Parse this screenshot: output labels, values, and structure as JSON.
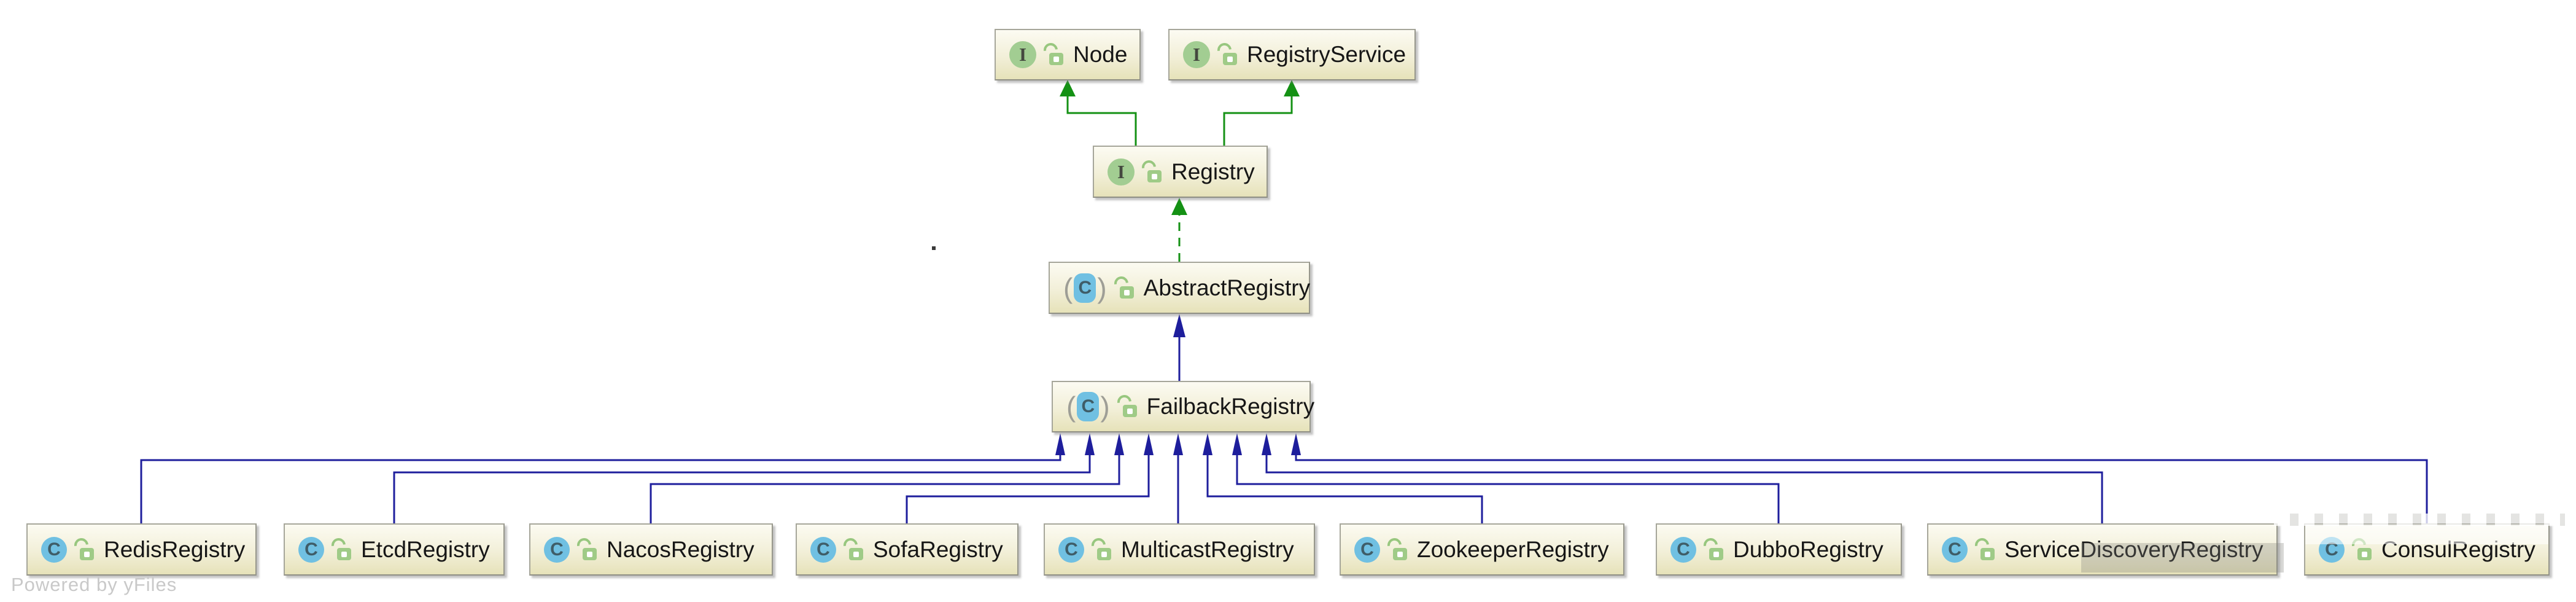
{
  "diagram": {
    "type": "uml-class-hierarchy",
    "attribution": "Powered by yFiles",
    "colors": {
      "interface_arrow": "#149114",
      "class_arrow": "#1e1e9c",
      "node_fill_top": "#fcfbf2",
      "node_fill_bottom": "#e6e2b9",
      "node_border": "#a6a69a",
      "interface_icon_green": "#a2cd92",
      "class_icon_blue": "#70c0e2",
      "lock_icon_green": "#9fcb87",
      "attribution_color": "#c9c9c9"
    },
    "nodes": [
      {
        "id": "node",
        "label": "Node",
        "kind": "interface",
        "visibility": "public",
        "icon_letter": "I"
      },
      {
        "id": "registry-service",
        "label": "RegistryService",
        "kind": "interface",
        "visibility": "public",
        "icon_letter": "I"
      },
      {
        "id": "registry",
        "label": "Registry",
        "kind": "interface",
        "visibility": "public",
        "icon_letter": "I"
      },
      {
        "id": "abstract-registry",
        "label": "AbstractRegistry",
        "kind": "abstract-class",
        "visibility": "public",
        "icon_letter": "C"
      },
      {
        "id": "failback-registry",
        "label": "FailbackRegistry",
        "kind": "abstract-class",
        "visibility": "public",
        "icon_letter": "C"
      },
      {
        "id": "redis-registry",
        "label": "RedisRegistry",
        "kind": "class",
        "visibility": "public",
        "icon_letter": "C"
      },
      {
        "id": "etcd-registry",
        "label": "EtcdRegistry",
        "kind": "class",
        "visibility": "public",
        "icon_letter": "C"
      },
      {
        "id": "nacos-registry",
        "label": "NacosRegistry",
        "kind": "class",
        "visibility": "public",
        "icon_letter": "C"
      },
      {
        "id": "sofa-registry",
        "label": "SofaRegistry",
        "kind": "class",
        "visibility": "public",
        "icon_letter": "C"
      },
      {
        "id": "multicast-registry",
        "label": "MulticastRegistry",
        "kind": "class",
        "visibility": "public",
        "icon_letter": "C"
      },
      {
        "id": "zookeeper-registry",
        "label": "ZookeeperRegistry",
        "kind": "class",
        "visibility": "public",
        "icon_letter": "C"
      },
      {
        "id": "dubbo-registry",
        "label": "DubboRegistry",
        "kind": "class",
        "visibility": "public",
        "icon_letter": "C"
      },
      {
        "id": "servicediscovery-registry",
        "label": "ServiceDiscoveryRegistry",
        "kind": "class",
        "visibility": "public",
        "icon_letter": "C"
      },
      {
        "id": "consul-registry",
        "label": "ConsulRegistry",
        "kind": "class",
        "visibility": "public",
        "icon_letter": "C"
      }
    ],
    "edges": [
      {
        "from": "Registry",
        "to": "Node",
        "relation": "extends",
        "style": "solid-green"
      },
      {
        "from": "Registry",
        "to": "RegistryService",
        "relation": "extends",
        "style": "solid-green"
      },
      {
        "from": "AbstractRegistry",
        "to": "Registry",
        "relation": "implements",
        "style": "dashed-green"
      },
      {
        "from": "FailbackRegistry",
        "to": "AbstractRegistry",
        "relation": "extends",
        "style": "solid-blue"
      },
      {
        "from": "RedisRegistry",
        "to": "FailbackRegistry",
        "relation": "extends",
        "style": "solid-blue"
      },
      {
        "from": "EtcdRegistry",
        "to": "FailbackRegistry",
        "relation": "extends",
        "style": "solid-blue"
      },
      {
        "from": "NacosRegistry",
        "to": "FailbackRegistry",
        "relation": "extends",
        "style": "solid-blue"
      },
      {
        "from": "SofaRegistry",
        "to": "FailbackRegistry",
        "relation": "extends",
        "style": "solid-blue"
      },
      {
        "from": "MulticastRegistry",
        "to": "FailbackRegistry",
        "relation": "extends",
        "style": "solid-blue"
      },
      {
        "from": "ZookeeperRegistry",
        "to": "FailbackRegistry",
        "relation": "extends",
        "style": "solid-blue"
      },
      {
        "from": "DubboRegistry",
        "to": "FailbackRegistry",
        "relation": "extends",
        "style": "solid-blue"
      },
      {
        "from": "ServiceDiscoveryRegistry",
        "to": "FailbackRegistry",
        "relation": "extends",
        "style": "solid-blue"
      },
      {
        "from": "ConsulRegistry",
        "to": "FailbackRegistry",
        "relation": "extends",
        "style": "solid-blue"
      }
    ]
  }
}
